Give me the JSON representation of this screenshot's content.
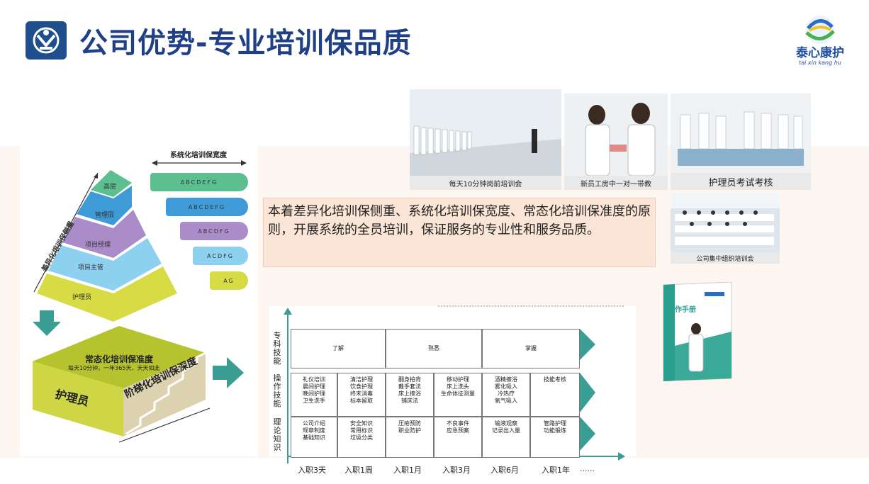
{
  "header": {
    "title": "公司优势-专业培训保品质",
    "brand_cn": "泰心康护",
    "brand_en": "tai xin kang hu"
  },
  "pyramid": {
    "side_label": "差异化培训保侧重",
    "breadth_title": "系统化培训保宽度",
    "levels": [
      "高层",
      "管理层",
      "项目经理",
      "项目主管",
      "护理员"
    ],
    "tags": [
      "ABCDEFG",
      "ABCDEFG",
      "ABCDFG",
      "ACDFG",
      "AG"
    ],
    "box_top": "常态化培训保准度",
    "box_sub": "每天10分钟，一年365天，天天如此",
    "box_front": "护理员",
    "box_side": "阶梯化培训保深度"
  },
  "paragraph": "本着差异化培训保侧重、系统化培训保宽度、常态化培训保准度的原则，开展系统的全员培训，保证服务的专业性和服务品质。",
  "photos": {
    "p1": "每天10分钟岗前培训会",
    "p2": "新员工房中一对一带教",
    "p3": "护理员考试考核",
    "p4": "公司集中组织培训会"
  },
  "handbook": {
    "title": "工作手册"
  },
  "matrix": {
    "rows": [
      "专科技能",
      "操作技能",
      "理论知识"
    ],
    "top": [
      "了解",
      "熟悉",
      "掌握"
    ],
    "ops": [
      [
        "礼仪培训",
        "晨间护理",
        "晚间护理",
        "卫生洗手"
      ],
      [
        "清洁护理",
        "饮食护理",
        "终末消毒",
        "标本留取"
      ],
      [
        "翻身拍背",
        "戴手套法",
        "床上擦浴",
        "铺床法"
      ],
      [
        "移动护理",
        "床上洗头",
        "生命体征测量"
      ],
      [
        "酒精擦浴",
        "雾化吸入",
        "冷热疗",
        "氧气吸入"
      ],
      [
        "技能考核"
      ]
    ],
    "theory": [
      [
        "公司介绍",
        "规章制度",
        "基础知识"
      ],
      [
        "安全知识",
        "常用标识",
        "垃圾分类"
      ],
      [
        "压疮预防",
        "职业防护"
      ],
      [
        "不良事件",
        "应急预案"
      ],
      [
        "输液观察",
        "记录出入量"
      ],
      [
        "管路护理",
        "功能锻炼"
      ]
    ],
    "x": [
      "入职3天",
      "入职1周",
      "入职1月",
      "入职3月",
      "入职6月",
      "入职1年",
      "......"
    ]
  },
  "colors": {
    "title": "#1f3f86",
    "teal": "#3a9e94",
    "green": "#5bbf8f",
    "blue": "#3f9ad8",
    "purple": "#a98cc8",
    "lightblue": "#8ed0f0",
    "yellow": "#c8d43a",
    "band": "#fdf5ef"
  }
}
